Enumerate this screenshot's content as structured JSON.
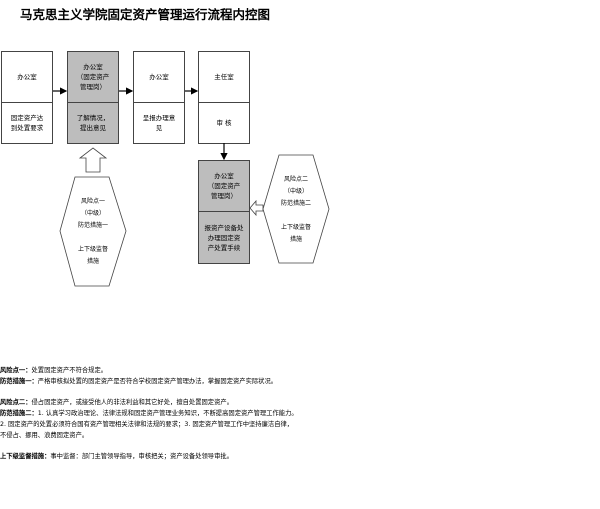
{
  "title": "马克思主义学院固定资产管理运行流程内控图",
  "boxes": [
    {
      "top": "办公室",
      "bottom": "固定资产达\n到处置要求"
    },
    {
      "top": "办公室\n（固定资产\n管理岗）",
      "bottom": "了解情况，\n提出意见"
    },
    {
      "top": "办公室",
      "bottom": "呈报办理意\n见"
    },
    {
      "top": "主任室",
      "bottom": "审  核"
    },
    {
      "top": "办公室\n（固定资产\n管理岗）",
      "bottom": "报资产设备处\n办理固定资\n产处置手续"
    }
  ],
  "risk1": {
    "text": "风险点一\n（中级）\n防范措施一\n\n上下级监督\n措施"
  },
  "risk2": {
    "text": "风险点二\n（中级）\n防范措施二\n\n上下级监督\n措施"
  },
  "notes": [
    {
      "label": "风险点一：",
      "text": "处置固定资产不符合规定。"
    },
    {
      "label": "防范措施一：",
      "text": "严格审核拟处置的固定资产是否符合学校固定资产管理办法，掌握固定资产实际状况。"
    },
    {
      "label": "风险点二：",
      "text": "侵占固定资产，或接受他人的非法利益和其它好处，擅自处置固定资产。"
    },
    {
      "label": "防范措施二：",
      "text": "1. 认真学习政治理论、法律法规和固定资产管理业务知识，不断提高固定资产管理工作能力。"
    },
    {
      "label": "",
      "text": "2. 固定资产的处置必须符合国有资产管理相关法律和法规的要求；3. 固定资产管理工作中坚持廉洁自律，"
    },
    {
      "label": "",
      "text": "不侵占、挪用、浪费固定资产。"
    },
    {
      "label": "上下级监督措施：",
      "text": "事中监督：部门主管领导指导，审核把关；资产设备处领导审批。"
    }
  ]
}
